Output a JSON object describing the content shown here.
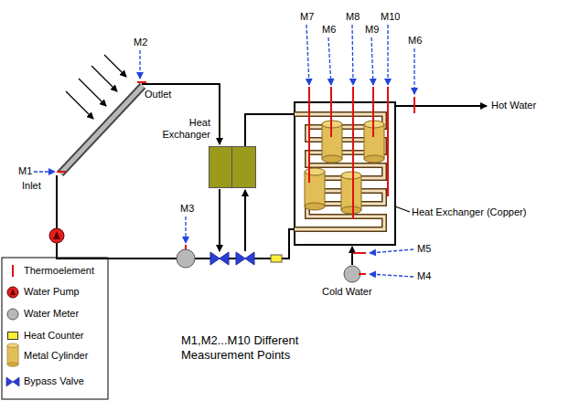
{
  "diagram": {
    "caption": "M1,M2...M10 Different Measurement Points",
    "nodes": [
      {
        "text": [
          "Heat Exchanger"
        ]
      }
    ],
    "labels": [
      "M1",
      "Inlet",
      "M2",
      "Outlet",
      "M3",
      "M7",
      "M6",
      "M8",
      "M9",
      "M10",
      "M6",
      "Hot Water",
      "Heat Exchanger (Copper)",
      "M5",
      "M4",
      "Cold Water"
    ],
    "legend": [
      {
        "text": "Thermoelement"
      },
      {
        "text": "Water Pump"
      },
      {
        "text": "Water Meter"
      },
      {
        "text": "Heat Counter",
        "color": "#ffee33"
      },
      {
        "text": "Metal Cylinder"
      },
      {
        "text": "Bypass Valve"
      }
    ]
  }
}
